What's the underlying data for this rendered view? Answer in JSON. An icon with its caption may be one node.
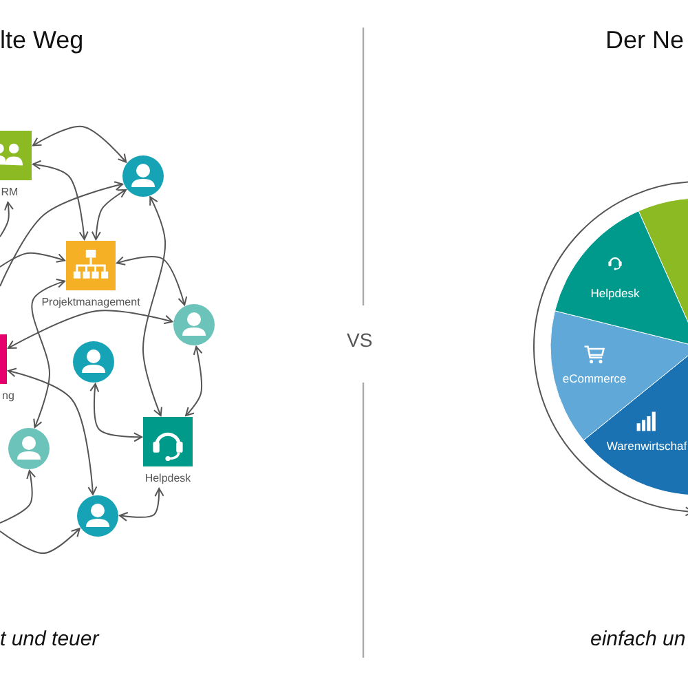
{
  "diagram": {
    "nodes": [
      {
        "text": [
          "RM"
        ]
      },
      {
        "text": [],
        "shape": "person"
      },
      {
        "text": [
          "Projektmanagement"
        ]
      },
      {
        "text": [],
        "shape": "person"
      },
      {
        "text": [
          "ng"
        ]
      },
      {
        "text": [],
        "shape": "person"
      },
      {
        "text": [],
        "shape": "person"
      },
      {
        "text": [
          "Helpdesk"
        ]
      },
      {
        "text": [],
        "shape": "person"
      },
      {
        "text": [
          "Helpdesk"
        ]
      },
      {
        "text": [],
        "shape": "wedge"
      },
      {
        "text": [
          "eCommerce"
        ]
      },
      {
        "text": [
          "Warenwirtschaf"
        ]
      }
    ],
    "edges": [
      {
        "from": 0,
        "to": 1,
        "arrow": "both"
      },
      {
        "from": 0,
        "to": 2,
        "arrow": "both"
      },
      {
        "from": 1,
        "to": 2,
        "arrow": "both"
      },
      {
        "from": null,
        "to": 0,
        "arrow": "to"
      },
      {
        "from": null,
        "to": 1,
        "arrow": "to"
      },
      {
        "from": null,
        "to": 2,
        "arrow": "to"
      },
      {
        "from": 2,
        "to": 3,
        "arrow": "both"
      },
      {
        "from": 2,
        "to": 6,
        "arrow": "both"
      },
      {
        "from": 4,
        "to": 3,
        "arrow": "both"
      },
      {
        "from": 1,
        "to": 7,
        "arrow": "both"
      },
      {
        "from": 3,
        "to": 7,
        "arrow": "both"
      },
      {
        "from": 5,
        "to": 7,
        "arrow": "both"
      },
      {
        "from": 4,
        "to": 8,
        "arrow": "both"
      },
      {
        "from": 7,
        "to": 8,
        "arrow": "both"
      },
      {
        "from": null,
        "to": 6,
        "arrow": "to"
      },
      {
        "from": null,
        "to": 8,
        "arrow": "to"
      }
    ],
    "labels": [
      "lte Weg",
      "Der Ne",
      "VS",
      "t und teuer",
      "einfach un"
    ]
  }
}
